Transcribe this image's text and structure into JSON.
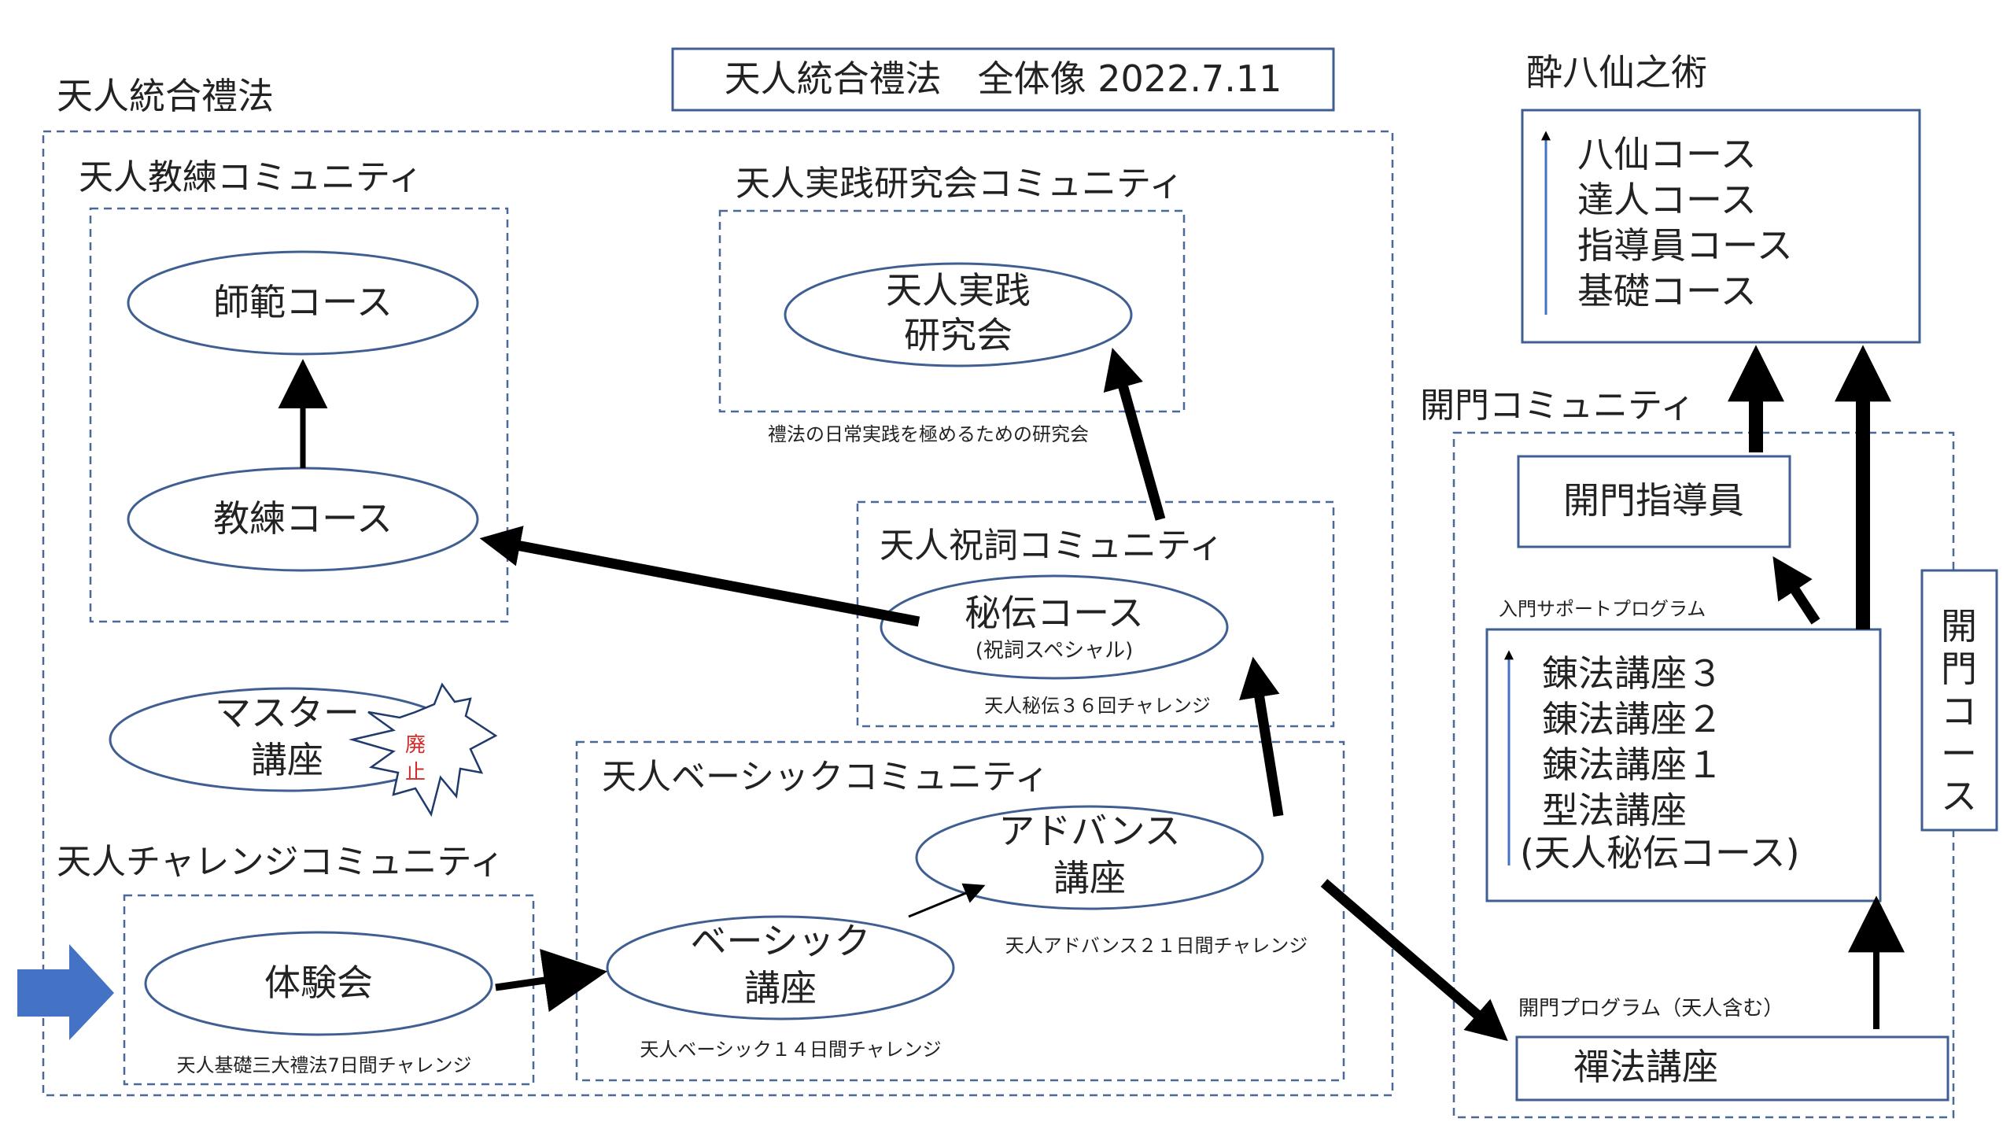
{
  "title": "天人統合禮法　全体像 2022.7.11",
  "group_label": "天人統合禮法",
  "communities": {
    "kyoren": {
      "label": "天人教練コミュニティ",
      "nodes": {
        "shihan": "師範コース",
        "kyoren_course": "教練コース"
      }
    },
    "jissen": {
      "label": "天人実践研究会コミュニティ",
      "node": [
        "天人実践",
        "研究会"
      ],
      "caption": "禮法の日常実践を極めるための研究会"
    },
    "norito": {
      "label": "天人祝詞コミュニティ",
      "node": "秘伝コース",
      "node_sub": "(祝詞スペシャル)",
      "caption": "天人秘伝３６回チャレンジ"
    },
    "master": {
      "node": [
        "マスター",
        "講座"
      ],
      "stamp": [
        "廃",
        "止"
      ]
    },
    "basic": {
      "label": "天人ベーシックコミュニティ",
      "basic_node": [
        "ベーシック",
        "講座"
      ],
      "basic_caption": "天人ベーシック１４日間チャレンジ",
      "advance_node": [
        "アドバンス",
        "講座"
      ],
      "advance_caption": "天人アドバンス２１日間チャレンジ"
    },
    "challenge": {
      "label": "天人チャレンジコミュニティ",
      "node": "体験会",
      "caption": "天人基礎三大禮法7日間チャレンジ"
    }
  },
  "suihassen": {
    "label": "酔八仙之術",
    "courses": [
      "八仙コース",
      "達人コース",
      "指導員コース",
      "基礎コース"
    ]
  },
  "kaimon": {
    "label": "開門コミュニティ",
    "instructor": "開門指導員",
    "support_label": "入門サポートプログラム",
    "renpo": [
      "錬法講座３",
      "錬法講座２",
      "錬法講座１",
      "型法講座",
      "(天人秘伝コース)"
    ],
    "side_label": [
      "開",
      "門",
      "コ",
      "ー",
      "ス"
    ],
    "program_label": "開門プログラム（天人含む）",
    "zenpo": "禪法講座"
  },
  "colors": {
    "box_stroke": "#3f5f93",
    "entry_arrow": "#4472c4",
    "stamp_text": "#d62b2b"
  }
}
